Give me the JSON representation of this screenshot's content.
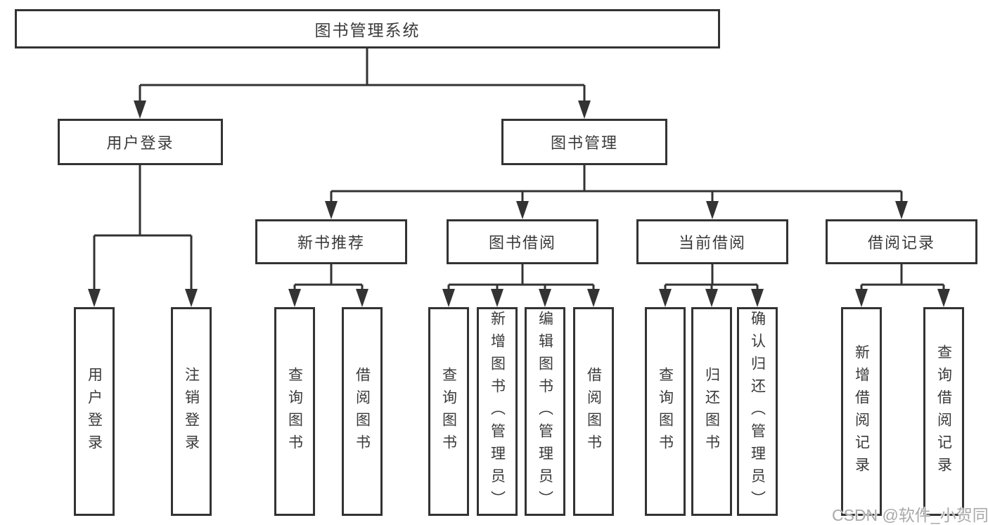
{
  "tree": {
    "root": {
      "label": "图书管理系统"
    },
    "branches": [
      {
        "label": "用户登录",
        "children": [
          {
            "label": "用户登录"
          },
          {
            "label": "注销登录"
          }
        ]
      },
      {
        "label": "图书管理",
        "children": [
          {
            "label": "新书推荐",
            "children": [
              {
                "label": "查询图书"
              },
              {
                "label": "借阅图书"
              }
            ]
          },
          {
            "label": "图书借阅",
            "children": [
              {
                "label": "查询图书"
              },
              {
                "label": "新增图书（管理员）"
              },
              {
                "label": "编辑图书（管理员）"
              },
              {
                "label": "借阅图书"
              }
            ]
          },
          {
            "label": "当前借阅",
            "children": [
              {
                "label": "查询图书"
              },
              {
                "label": "归还图书"
              },
              {
                "label": "确认归还（管理员）"
              }
            ]
          },
          {
            "label": "借阅记录",
            "children": [
              {
                "label": "新增借阅记录"
              },
              {
                "label": "查询借阅记录"
              }
            ]
          }
        ]
      }
    ]
  },
  "watermark": {
    "text": "CSDN @软件_小贺同学"
  },
  "colors": {
    "line": "#333333",
    "box_border": "#333333",
    "text": "#3a3a3a",
    "watermark": "#a9a9a9",
    "background": "#ffffff"
  }
}
